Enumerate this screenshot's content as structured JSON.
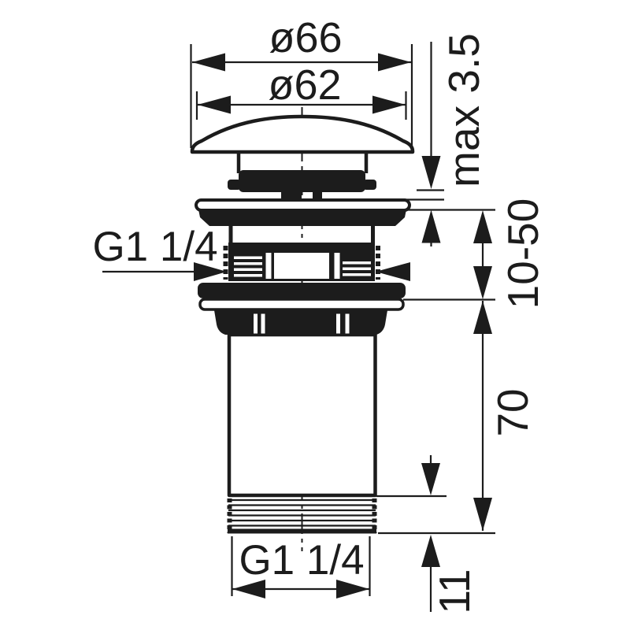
{
  "labels": {
    "dia_outer": "ø66",
    "dia_inner": "ø62",
    "cap_travel": "max 3.5",
    "thread_spec_top": "G1 1/4",
    "clamping_range": "10-50",
    "body_height": "70",
    "thread_spec_bottom": "G1 1/4",
    "thread_length": "11"
  },
  "colors": {
    "line": "#1c1c1c",
    "background": "#ffffff"
  }
}
